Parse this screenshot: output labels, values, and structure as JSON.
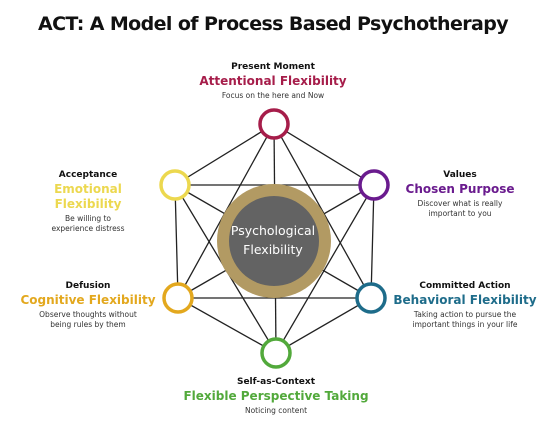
{
  "title": "ACT: A Model of Process Based Psychotherapy",
  "center": {
    "line1": "Psychological",
    "line2": "Flexibility",
    "ring_color": "#b29a63",
    "core_color": "#636363"
  },
  "nodes": {
    "present_moment": {
      "heading": "Present Moment",
      "name": "Attentional Flexibility",
      "description": "Focus on the here and Now",
      "color": "#a61d4a"
    },
    "values": {
      "heading": "Values",
      "name": "Chosen Purpose",
      "description_1": "Discover what is really",
      "description_2": "important to you",
      "color": "#6a1b8e"
    },
    "committed_action": {
      "heading": "Committed Action",
      "name": "Behavioral Flexibility",
      "description_1": "Taking action to pursue the",
      "description_2": "important things in your life",
      "color": "#1e6c8a"
    },
    "self_as_context": {
      "heading": "Self-as-Context",
      "name": "Flexible Perspective Taking",
      "description": "Noticing content",
      "color": "#52a93b"
    },
    "defusion": {
      "heading": "Defusion",
      "name": "Cognitive Flexibility",
      "description_1": "Observe thoughts without",
      "description_2": "being rules by them",
      "color": "#e3a81e"
    },
    "acceptance": {
      "heading": "Acceptance",
      "name": "Emotional Flexibility",
      "description_1": "Be willing to",
      "description_2": "experience distress",
      "color": "#ecd84f"
    }
  }
}
